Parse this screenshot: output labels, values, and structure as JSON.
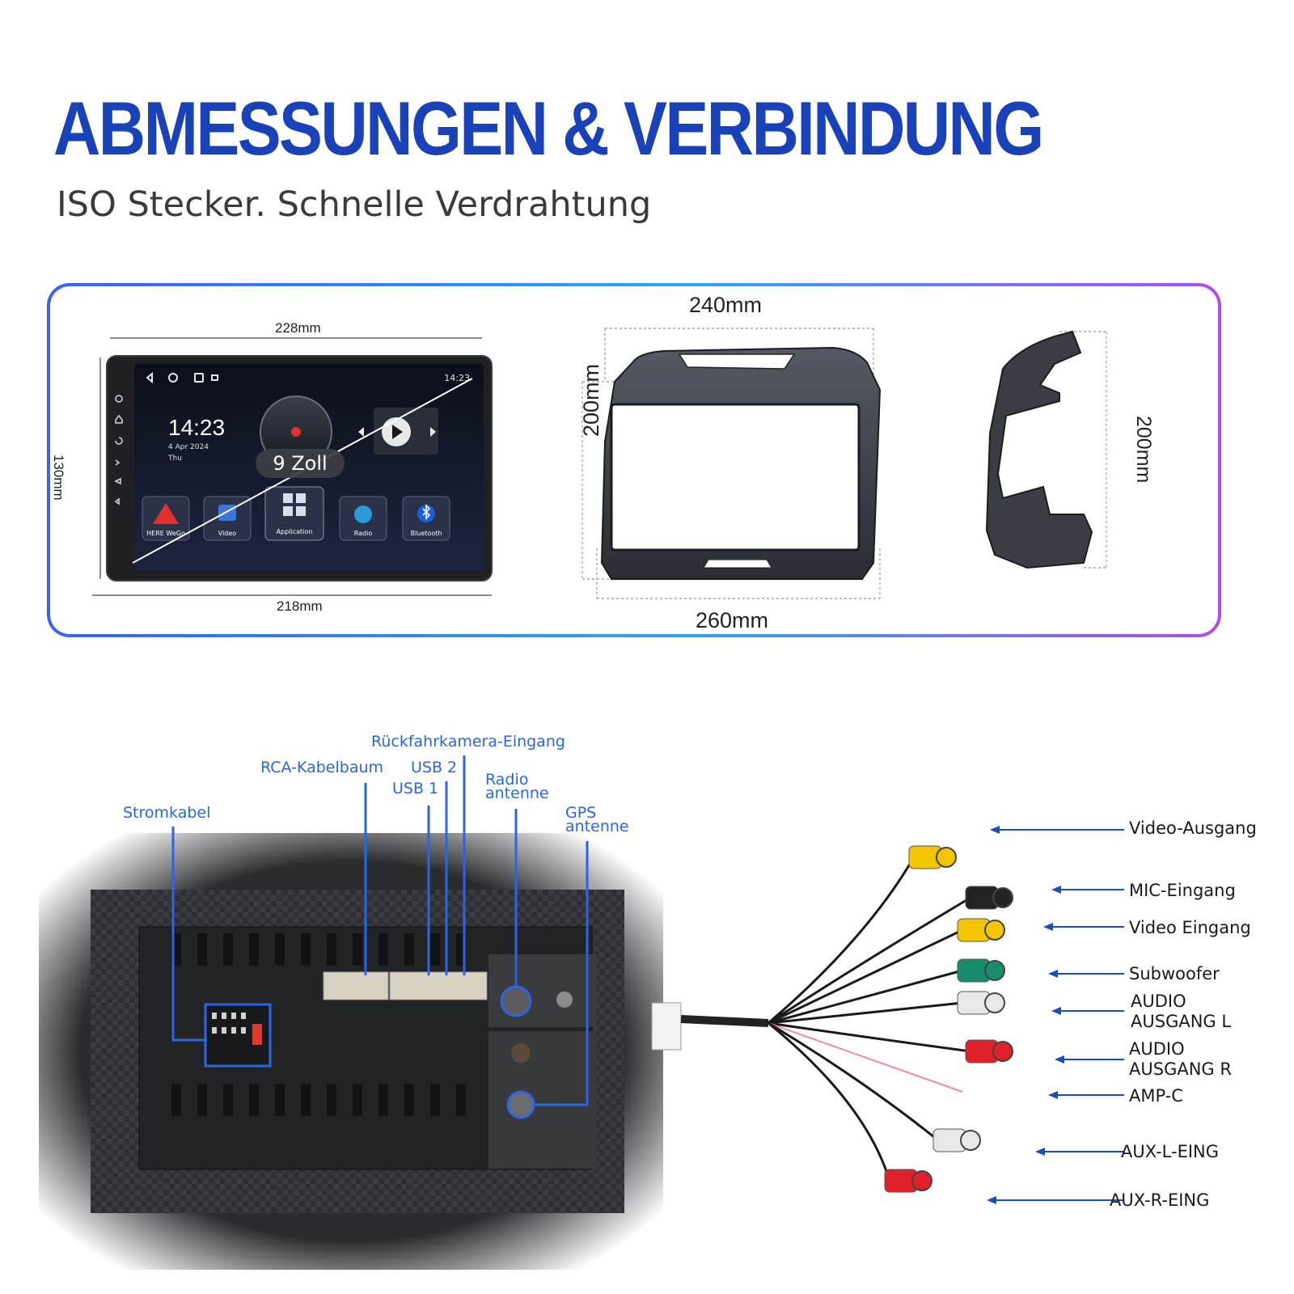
{
  "header": {
    "title": "ABMESSUNGEN & VERBINDUNG",
    "subtitle": "ISO Stecker. Schnelle Verdrahtung"
  },
  "dimensions": {
    "radio_top": "228mm",
    "radio_bottom": "218mm",
    "radio_side": "130mm",
    "frame_top": "240mm",
    "frame_bottom": "260mm",
    "frame_height": "200mm",
    "side_height": "200mm"
  },
  "screen": {
    "time": "14:23",
    "date": "4 Apr 2024",
    "day": "Thu",
    "status_time": "14:23",
    "size_badge": "9 Zoll",
    "apps": [
      "HERE WeGo",
      "Video",
      "Application",
      "Radio",
      "Bluetooth"
    ]
  },
  "rear_panel_labels": {
    "power": "Stromkabel",
    "rca": "RCA-Kabelbaum",
    "usb1": "USB 1",
    "usb2": "USB 2",
    "reverse_cam": "Rückfahrkamera-Eingang",
    "radio_antenna_1": "Radio",
    "radio_antenna_2": "antenne",
    "gps_antenna_1": "GPS",
    "gps_antenna_2": "antenne"
  },
  "rca_labels": [
    {
      "text": "Video-Ausgang",
      "color": "#f2c500"
    },
    {
      "text": "MIC-Eingang",
      "color": "#222222"
    },
    {
      "text": "Video Eingang",
      "color": "#f2c500"
    },
    {
      "text": "Subwoofer",
      "color": "#1a8c6e"
    },
    {
      "text": "AUDIO\nAUSGANG L",
      "color": "#e8e8e8"
    },
    {
      "text": "AUDIO\nAUSGANG R",
      "color": "#e0202a"
    },
    {
      "text": "AMP-C",
      "color": "#e03040"
    },
    {
      "text": "AUX-L-EING",
      "color": "#e8e8e8"
    },
    {
      "text": "AUX-R-EING",
      "color": "#e0202a"
    }
  ],
  "colors": {
    "title_blue": "#1a42b8",
    "label_blue": "#2a66e0",
    "arrow_blue": "#1a4fb8"
  }
}
